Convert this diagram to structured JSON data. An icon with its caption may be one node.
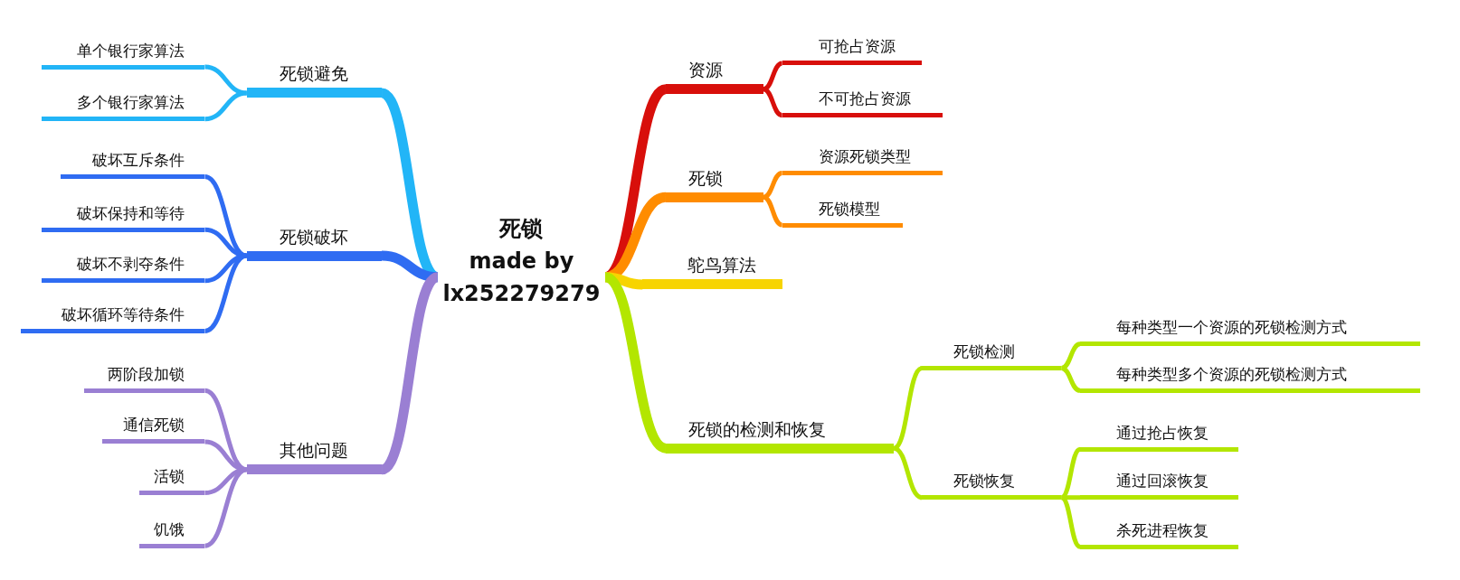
{
  "diagram": {
    "nodes": [
      {
        "text": [
          "死锁",
          "made by lx252279279"
        ]
      },
      {
        "text": [
          "死锁避免"
        ]
      },
      {
        "text": [
          "单个银行家算法"
        ]
      },
      {
        "text": [
          "多个银行家算法"
        ]
      },
      {
        "text": [
          "死锁破坏"
        ]
      },
      {
        "text": [
          "破坏互斥条件"
        ]
      },
      {
        "text": [
          "破坏保持和等待"
        ]
      },
      {
        "text": [
          "破坏不剥夺条件"
        ]
      },
      {
        "text": [
          "破坏循环等待条件"
        ]
      },
      {
        "text": [
          "其他问题"
        ]
      },
      {
        "text": [
          "两阶段加锁"
        ]
      },
      {
        "text": [
          "通信死锁"
        ]
      },
      {
        "text": [
          "活锁"
        ]
      },
      {
        "text": [
          "饥饿"
        ]
      },
      {
        "text": [
          "资源"
        ]
      },
      {
        "text": [
          "可抢占资源"
        ]
      },
      {
        "text": [
          "不可抢占资源"
        ]
      },
      {
        "text": [
          "死锁"
        ]
      },
      {
        "text": [
          "资源死锁类型"
        ]
      },
      {
        "text": [
          "死锁模型"
        ]
      },
      {
        "text": [
          "鸵鸟算法"
        ]
      },
      {
        "text": [
          "死锁的检测和恢复"
        ]
      },
      {
        "text": [
          "死锁检测"
        ]
      },
      {
        "text": [
          "每种类型一个资源的死锁检测方式"
        ]
      },
      {
        "text": [
          "每种类型多个资源的死锁检测方式"
        ]
      },
      {
        "text": [
          "死锁恢复"
        ]
      },
      {
        "text": [
          "通过抢占恢复"
        ]
      },
      {
        "text": [
          "通过回滚恢复"
        ]
      },
      {
        "text": [
          "杀死进程恢复"
        ]
      }
    ],
    "edges": [
      {
        "from": 0,
        "to": 1,
        "arrow": "none",
        "style": "thick",
        "color": "#22b5f7"
      },
      {
        "from": 1,
        "to": 2,
        "arrow": "none",
        "color": "#22b5f7"
      },
      {
        "from": 1,
        "to": 3,
        "arrow": "none",
        "color": "#22b5f7"
      },
      {
        "from": 0,
        "to": 4,
        "arrow": "none",
        "style": "thick",
        "color": "#2f6cf2"
      },
      {
        "from": 4,
        "to": 5,
        "arrow": "none",
        "color": "#2f6cf2"
      },
      {
        "from": 4,
        "to": 6,
        "arrow": "none",
        "color": "#2f6cf2"
      },
      {
        "from": 4,
        "to": 7,
        "arrow": "none",
        "color": "#2f6cf2"
      },
      {
        "from": 4,
        "to": 8,
        "arrow": "none",
        "color": "#2f6cf2"
      },
      {
        "from": 0,
        "to": 9,
        "arrow": "none",
        "style": "thick",
        "color": "#9a7fd3"
      },
      {
        "from": 9,
        "to": 10,
        "arrow": "none",
        "color": "#9a7fd3"
      },
      {
        "from": 9,
        "to": 11,
        "arrow": "none",
        "color": "#9a7fd3"
      },
      {
        "from": 9,
        "to": 12,
        "arrow": "none",
        "color": "#9a7fd3"
      },
      {
        "from": 9,
        "to": 13,
        "arrow": "none",
        "color": "#9a7fd3"
      },
      {
        "from": 0,
        "to": 14,
        "arrow": "none",
        "style": "thick",
        "color": "#d80f0b"
      },
      {
        "from": 14,
        "to": 15,
        "arrow": "none",
        "color": "#d80f0b"
      },
      {
        "from": 14,
        "to": 16,
        "arrow": "none",
        "color": "#d80f0b"
      },
      {
        "from": 0,
        "to": 17,
        "arrow": "none",
        "style": "thick",
        "color": "#ff8c00"
      },
      {
        "from": 17,
        "to": 18,
        "arrow": "none",
        "color": "#ff8c00"
      },
      {
        "from": 17,
        "to": 19,
        "arrow": "none",
        "color": "#ff8c00"
      },
      {
        "from": 0,
        "to": 20,
        "arrow": "none",
        "style": "thick",
        "color": "#f7d400"
      },
      {
        "from": 0,
        "to": 21,
        "arrow": "none",
        "style": "thick",
        "color": "#b3e600"
      },
      {
        "from": 21,
        "to": 22,
        "arrow": "none",
        "color": "#b3e600"
      },
      {
        "from": 22,
        "to": 23,
        "arrow": "none",
        "color": "#b3e600"
      },
      {
        "from": 22,
        "to": 24,
        "arrow": "none",
        "color": "#b3e600"
      },
      {
        "from": 21,
        "to": 25,
        "arrow": "none",
        "color": "#b3e600"
      },
      {
        "from": 25,
        "to": 26,
        "arrow": "none",
        "color": "#b3e600"
      },
      {
        "from": 25,
        "to": 27,
        "arrow": "none",
        "color": "#b3e600"
      },
      {
        "from": 25,
        "to": 28,
        "arrow": "none",
        "color": "#b3e600"
      }
    ]
  }
}
